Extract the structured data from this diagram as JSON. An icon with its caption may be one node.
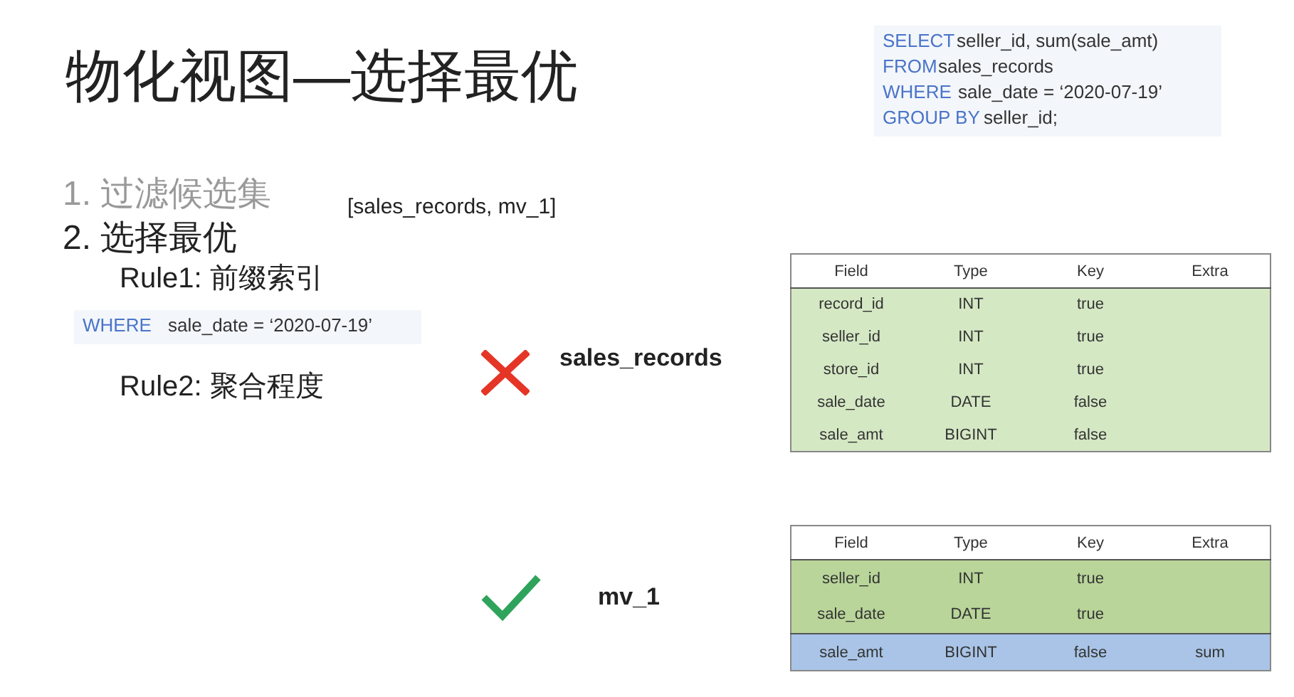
{
  "diagram": {
    "title": "物化视图—选择最优",
    "labels": [
      "SELECT",
      "seller_id, sum(sale_amt)",
      "FROM",
      "sales_records",
      "WHERE",
      "sale_date = ‘2020-07-19’",
      "GROUP BY",
      "seller_id;",
      "1. 过滤候选集",
      "[sales_records, mv_1]",
      "2. 选择最优",
      "Rule1: 前缀索引",
      "WHERE",
      "sale_date = ‘2020-07-19’",
      "Rule2: 聚合程度",
      "sales_records",
      "Field",
      "Type",
      "Key",
      "Extra",
      "record_id",
      "INT",
      "true",
      "seller_id",
      "INT",
      "true",
      "store_id",
      "INT",
      "true",
      "sale_date",
      "DATE",
      "false",
      "sale_amt",
      "BIGINT",
      "false",
      "mv_1",
      "Field",
      "Type",
      "Key",
      "Extra",
      "seller_id",
      "INT",
      "true",
      "sale_date",
      "DATE",
      "true",
      "sale_amt",
      "BIGINT",
      "false",
      "sum"
    ]
  }
}
